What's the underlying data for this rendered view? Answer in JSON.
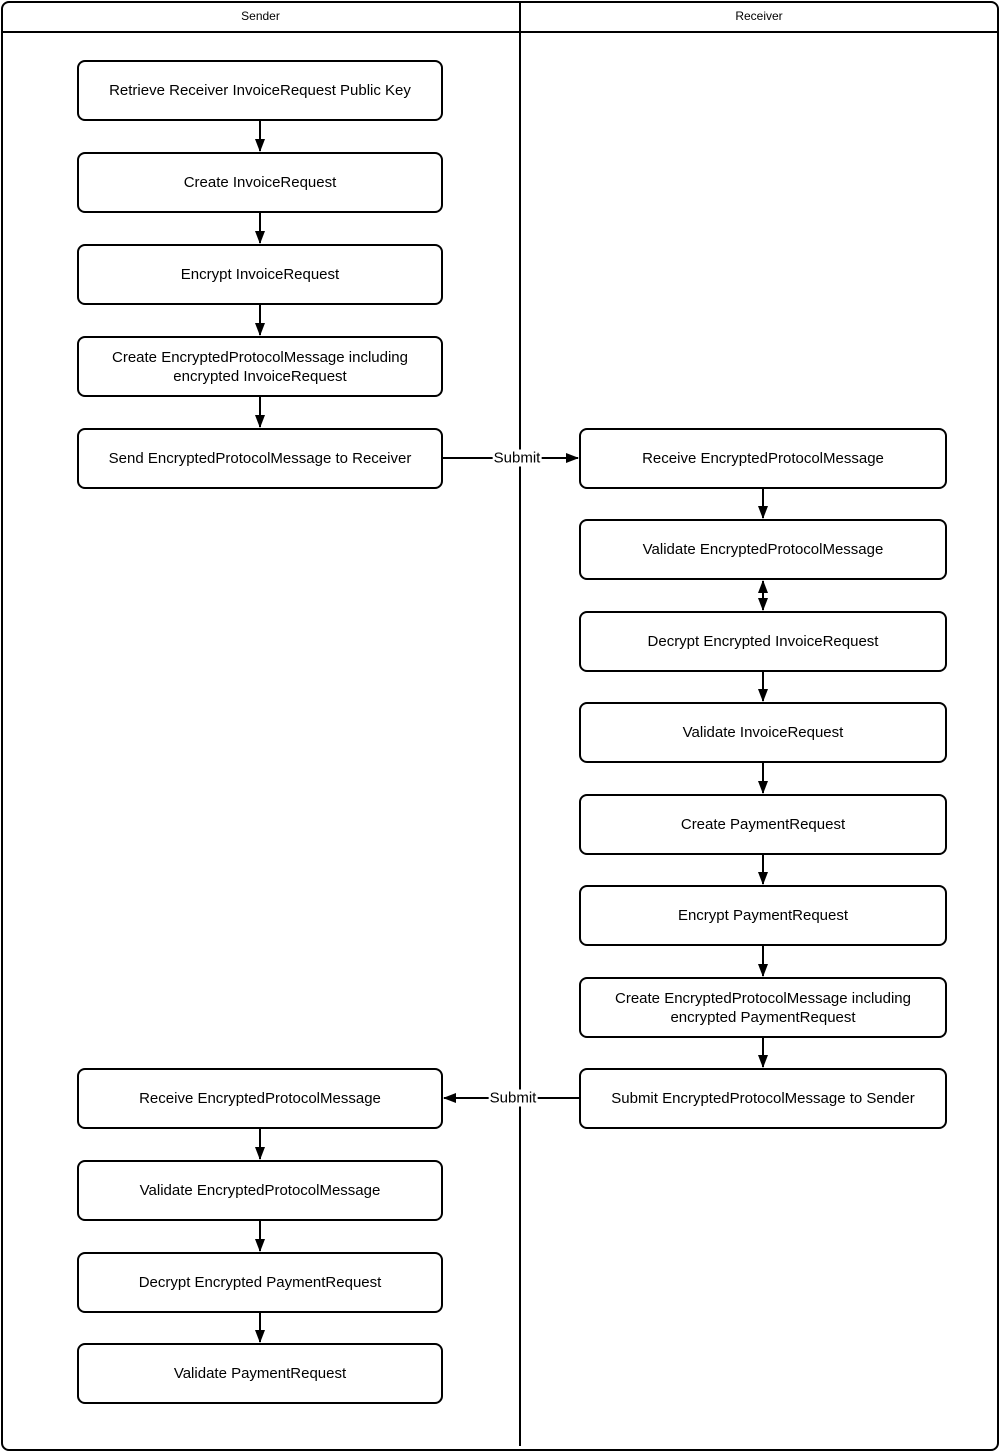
{
  "lanes": {
    "sender": "Sender",
    "receiver": "Receiver"
  },
  "sender_steps": [
    "Retrieve Receiver InvoiceRequest Public Key",
    "Create InvoiceRequest",
    "Encrypt InvoiceRequest",
    "Create EncryptedProtocolMessage including encrypted InvoiceRequest",
    "Send EncryptedProtocolMessage to Receiver",
    "Receive EncryptedProtocolMessage",
    "Validate EncryptedProtocolMessage",
    "Decrypt Encrypted PaymentRequest",
    "Validate PaymentRequest"
  ],
  "receiver_steps": [
    "Receive EncryptedProtocolMessage",
    "Validate EncryptedProtocolMessage",
    "Decrypt Encrypted InvoiceRequest",
    "Validate InvoiceRequest",
    "Create PaymentRequest",
    "Encrypt PaymentRequest",
    "Create EncryptedProtocolMessage including encrypted PaymentRequest",
    "Submit EncryptedProtocolMessage to Sender"
  ],
  "connector_labels": {
    "submit_to_receiver": "Submit",
    "submit_to_sender": "Submit"
  },
  "colors": {
    "stroke": "#000000",
    "background": "#ffffff"
  }
}
